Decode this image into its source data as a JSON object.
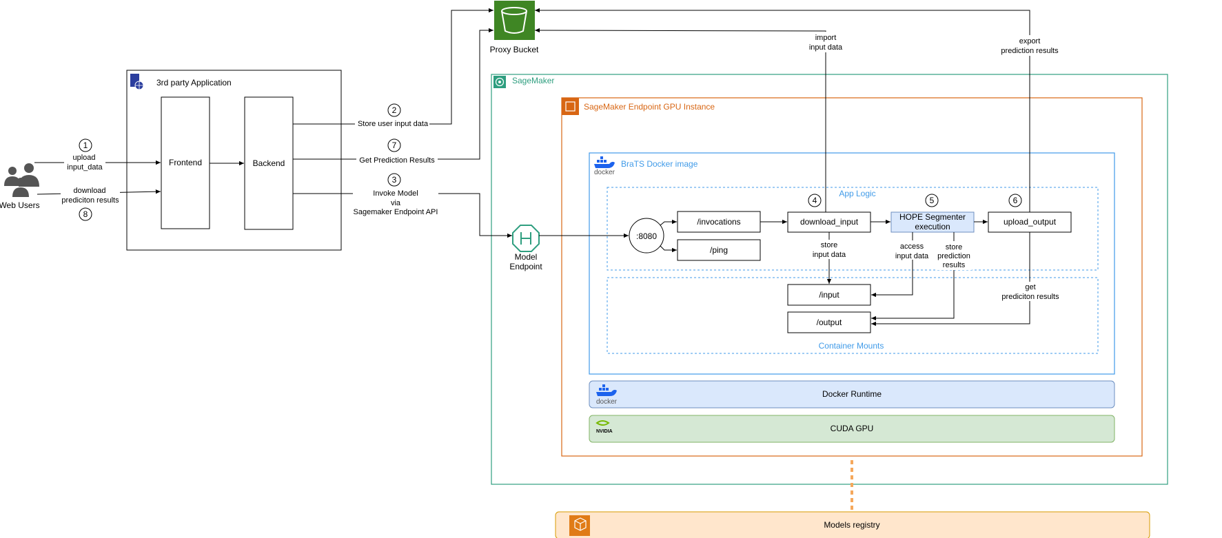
{
  "users": {
    "label": "Web Users"
  },
  "third_party": {
    "title": "3rd party Application",
    "frontend": "Frontend",
    "backend": "Backend"
  },
  "proxy_bucket": {
    "label": "Proxy Bucket"
  },
  "sagemaker": {
    "label": "SageMaker",
    "gpu_instance": "SageMaker Endpoint GPU Instance",
    "docker_image": "BraTS Docker image",
    "app_logic": "App Logic",
    "container_mounts": "Container Mounts",
    "docker_runtime": "Docker Runtime",
    "cuda_gpu": "CUDA GPU",
    "docker_word": "docker",
    "nvidia_word": "NVIDIA"
  },
  "model_endpoint": {
    "line1": "Model",
    "line2": "Endpoint"
  },
  "models_registry": {
    "label": "Models registry"
  },
  "nodes": {
    "port": ":8080",
    "invocations": "/invocations",
    "ping": "/ping",
    "download_input": "download_input",
    "hope_line1": "HOPE Segmenter",
    "hope_line2": "execution",
    "upload_output": "upload_output",
    "input_mount": "/input",
    "output_mount": "/output"
  },
  "steps": [
    "1",
    "2",
    "3",
    "4",
    "5",
    "6",
    "7",
    "8"
  ],
  "edge_labels": {
    "upload_1": "upload",
    "upload_2": "input_data",
    "download_1": "download",
    "download_2": "prediciton results",
    "store_user_input": "Store user input data",
    "get_prediction": "Get Prediction Results",
    "invoke_1": "Invoke Model",
    "invoke_2": "via",
    "invoke_3": "Sagemaker Endpoint API",
    "import_1": "import",
    "import_2": "input data",
    "export_1": "export",
    "export_2": "prediction results",
    "store_in_1": "store",
    "store_in_2": "input data",
    "access_1": "access",
    "access_2": "input data",
    "store_pred_1": "store",
    "store_pred_2": "prediction",
    "store_pred_3": "results",
    "get_pred_1": "get",
    "get_pred_2": "prediciton results"
  },
  "colors": {
    "sagemaker": "#2e9e7f",
    "gpu_instance": "#d86613",
    "docker_blue": "#3f9ae8",
    "bucket_green": "#3f8624",
    "docker_runtime_fill": "#dae8fc",
    "cuda_fill": "#d5e8d4",
    "registry_fill": "#ffe6cc",
    "hope_fill": "#dae8fc"
  }
}
